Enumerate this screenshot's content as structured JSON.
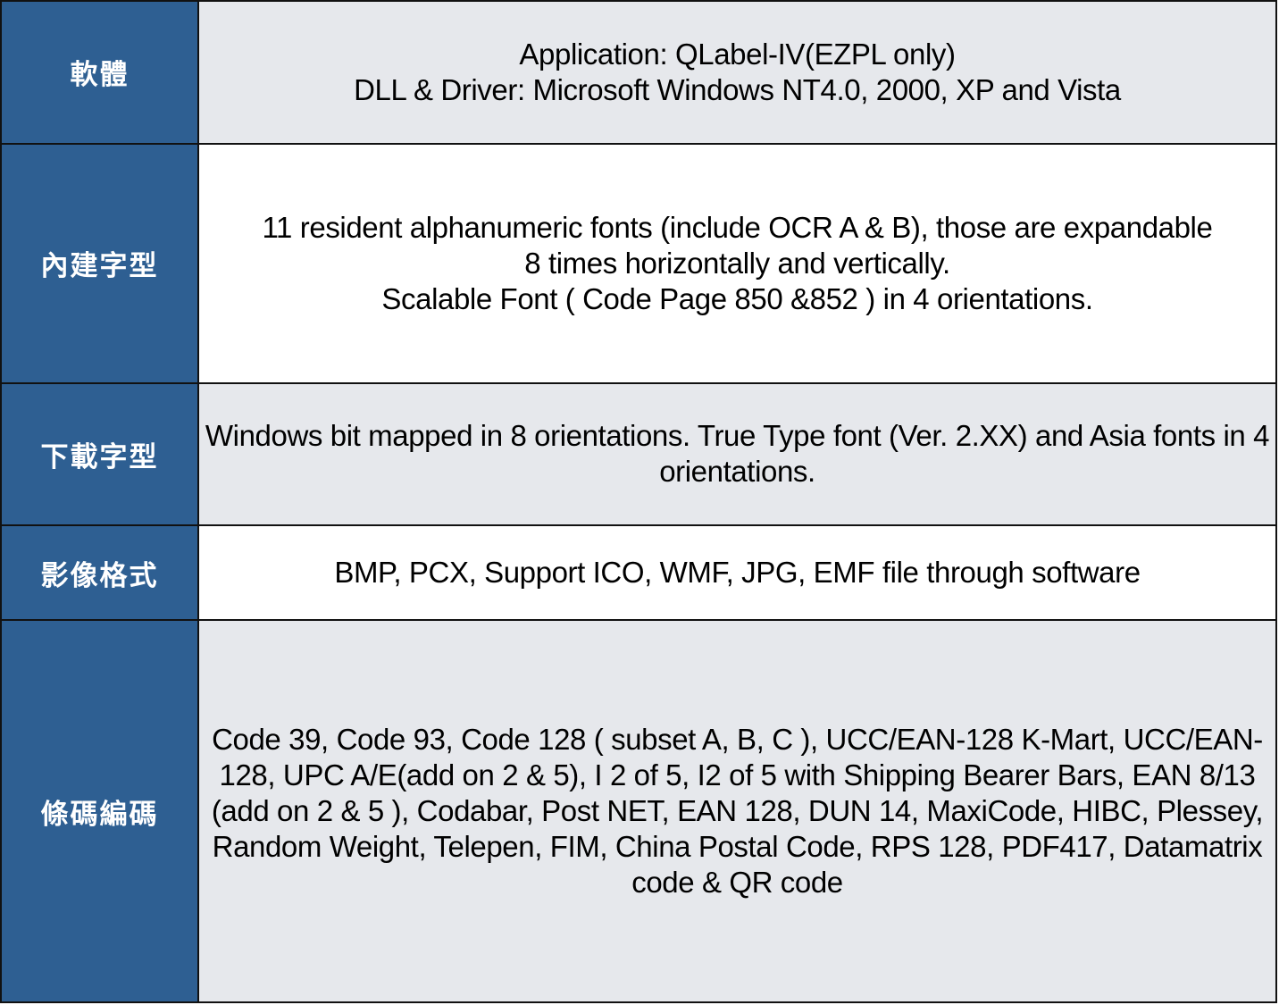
{
  "rows": [
    {
      "label": "軟體",
      "lines": [
        "Application: QLabel-IV(EZPL only)",
        "DLL & Driver: Microsoft Windows NT4.0, 2000, XP and Vista"
      ]
    },
    {
      "label": "內建字型",
      "lines": [
        "11 resident alphanumeric fonts (include OCR A & B), those are expandable",
        "8 times horizontally and vertically.",
        "Scalable Font ( Code Page 850 &852 ) in 4 orientations."
      ]
    },
    {
      "label": "下載字型",
      "text": "Windows bit mapped in 8 orientations. True Type font (Ver. 2.XX) and Asia fonts in 4 orientations."
    },
    {
      "label": "影像格式",
      "text": "BMP, PCX, Support ICO, WMF, JPG, EMF file through software"
    },
    {
      "label": "條碼編碼",
      "text": "Code 39, Code 93, Code 128 ( subset A, B, C ), UCC/EAN-128 K-Mart, UCC/EAN-128, UPC A/E(add on 2 & 5), I 2 of 5, I2 of 5 with Shipping Bearer Bars, EAN 8/13 (add on 2 & 5 ), Codabar, Post NET, EAN 128, DUN 14, MaxiCode, HIBC, Plessey, Random Weight, Telepen, FIM, China Postal Code, RPS 128, PDF417, Datamatrix code & QR code"
    }
  ],
  "colors": {
    "label_background": "#2e5f92",
    "label_text": "#ffffff",
    "shaded_row_background": "#e6e8ec",
    "plain_row_background": "#ffffff",
    "border": "#111111"
  }
}
